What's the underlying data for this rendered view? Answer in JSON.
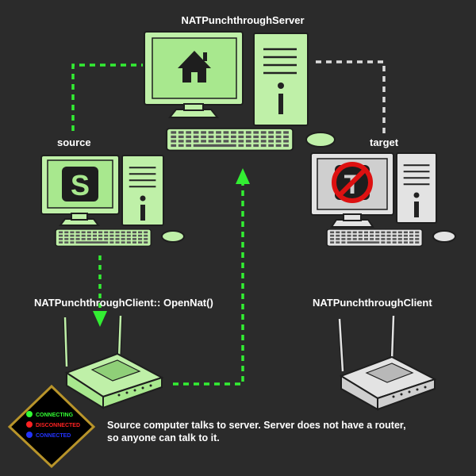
{
  "labels": {
    "server": "NATPunchthroughServer",
    "source": "source",
    "target": "target",
    "client_source": "NATPunchthroughClient:: OpenNat()",
    "client_target": "NATPunchthroughClient"
  },
  "screen_glyphs": {
    "source": "S",
    "target": "T"
  },
  "legend": {
    "items": [
      {
        "label": "CONNECTING",
        "color": "#33ff33"
      },
      {
        "label": "DISCONNECTED",
        "color": "#ff2222"
      },
      {
        "label": "CONNECTED",
        "color": "#2233ff"
      }
    ]
  },
  "caption": {
    "line1": "Source computer talks to server.  Server does not have a router,",
    "line2": "so anyone can talk to it."
  },
  "colors": {
    "background": "#2b2b2b",
    "active_green": "#33ee33",
    "green_device": "#bff0a8",
    "grey_device": "#e3e3e3",
    "inactive_line": "#dddddd"
  },
  "icons": {
    "server_screen": "home-icon",
    "target_screen": "no-entry-icon"
  }
}
